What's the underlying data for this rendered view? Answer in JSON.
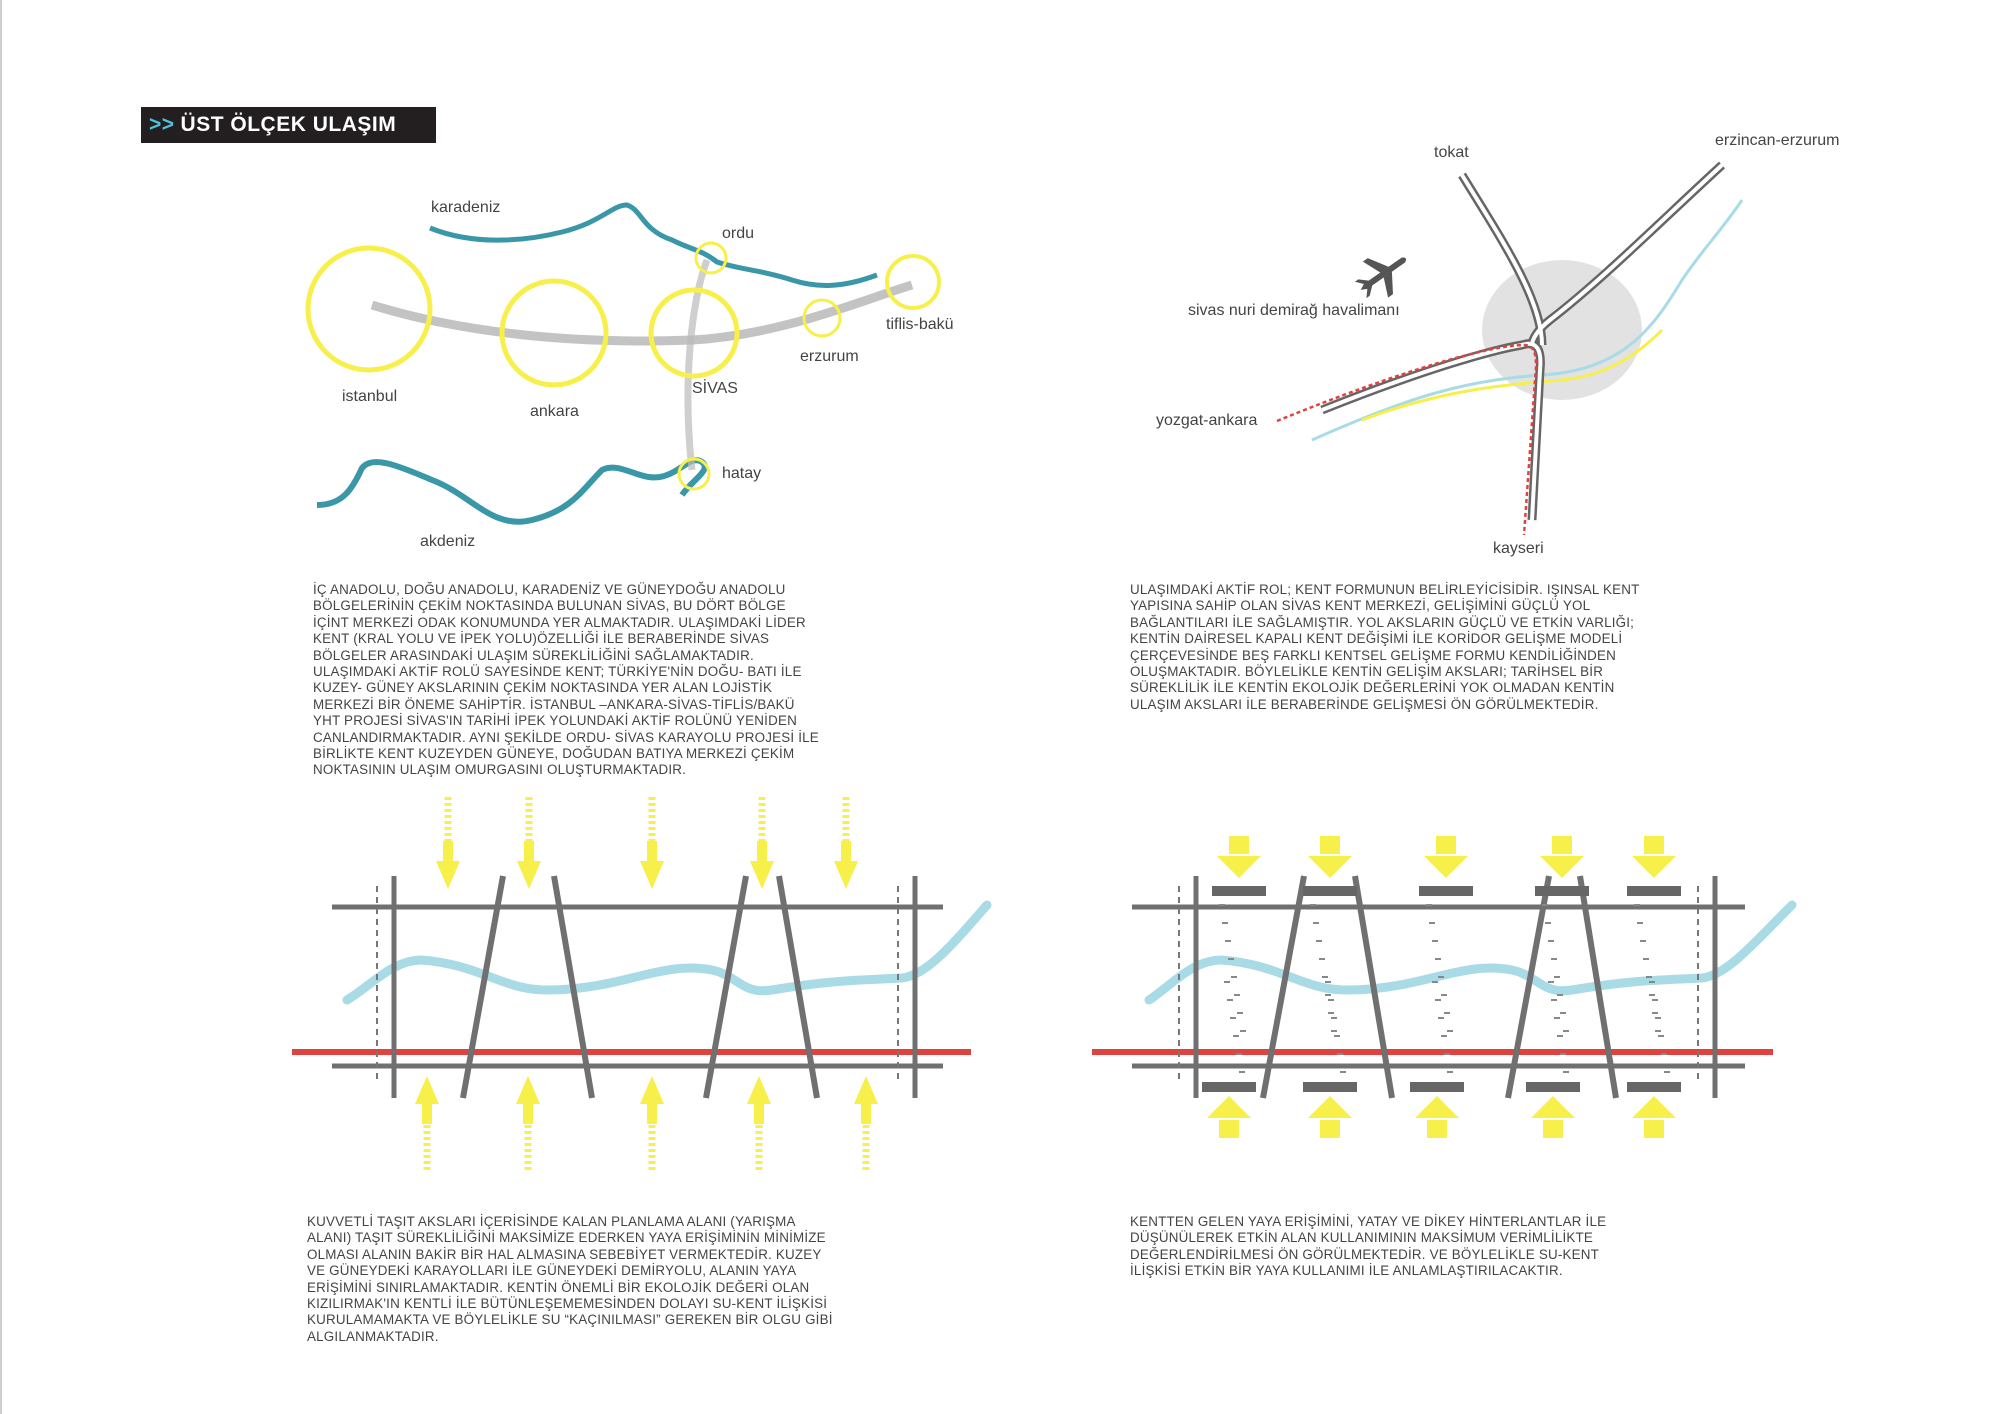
{
  "title": {
    "prefix": ">>",
    "text": "ÜST ÖLÇEK ULAŞIM"
  },
  "regional_map": {
    "labels": {
      "karadeniz": "karadeniz",
      "ordu": "ordu",
      "tiflis": "tiflis-bakü",
      "erzurum": "erzurum",
      "istanbul": "istanbul",
      "ankara": "ankara",
      "sivas": "SİVAS",
      "hatay": "hatay",
      "akdeniz": "akdeniz"
    }
  },
  "city_map": {
    "labels": {
      "tokat": "tokat",
      "erzincan": "erzincan-erzurum",
      "airport": "sivas nuri demirağ havalimanı",
      "yozgat": "yozgat-ankara",
      "kayseri": "kayseri"
    }
  },
  "paragraphs": {
    "top_left": "İÇ ANADOLU, DOĞU ANADOLU, KARADENİZ VE GÜNEYDOĞU ANADOLU\nBÖLGELERİNİN ÇEKİM NOKTASINDA BULUNAN SİVAS, BU DÖRT BÖLGE\nİÇİNT MERKEZİ ODAK KONUMUNDA YER ALMAKTADIR. ULAŞIMDAKİ LİDER\nKENT (KRAL YOLU VE İPEK YOLU)ÖZELLİĞİ İLE BERABERİNDE SİVAS\nBÖLGELER ARASINDAKİ ULAŞIM SÜREKLİLİĞİNİ SAĞLAMAKTADIR.\nULAŞIMDAKİ AKTİF ROLÜ SAYESİNDE KENT; TÜRKİYE'NİN DOĞU- BATI İLE\nKUZEY- GÜNEY AKSLARININ ÇEKİM NOKTASINDA YER ALAN LOJİSTİK\nMERKEZİ BİR ÖNEME SAHİPTİR.  İSTANBUL –ANKARA-SİVAS-TİFLİS/BAKÜ\nYHT PROJESİ SİVAS'IN TARİHİ İPEK YOLUNDAKİ AKTİF ROLÜNÜ YENİDEN\nCANLANDIRMAKTADIR. AYNI ŞEKİLDE ORDU- SİVAS KARAYOLU PROJESİ İLE\nBİRLİKTE KENT KUZEYDEN GÜNEYE, DOĞUDAN BATIYA MERKEZİ ÇEKİM\nNOKTASININ ULAŞIM OMURGASINI OLUŞTURMAKTADIR.",
    "top_right": "ULAŞIMDAKİ AKTİF ROL; KENT FORMUNUN BELİRLEYİCİSİDİR. IŞINSAL KENT\nYAPISINA SAHİP OLAN SİVAS KENT MERKEZİ, GELİŞİMİNİ GÜÇLÜ YOL\nBAĞLANTILARI İLE SAĞLAMIŞTIR. YOL AKSLARIN GÜÇLÜ VE ETKİN VARLIĞI;\nKENTİN DAİRESEL KAPALI KENT DEĞİŞİMİ İLE KORİDOR GELİŞME MODELİ\nÇERÇEVESİNDE BEŞ FARKLI KENTSEL GELİŞME FORMU KENDİLİĞİNDEN\nOLUŞMAKTADIR. BÖYLELİKLE KENTİN GELİŞİM AKSLARI; TARİHSEL BİR\nSÜREKLİLİK İLE KENTİN EKOLOJİK DEĞERLERİNİ YOK OLMADAN KENTİN\nULAŞIM AKSLARI İLE BERABERİNDE GELİŞMESİ ÖN GÖRÜLMEKTEDİR.",
    "bottom_left": "KUVVETLİ TAŞIT AKSLARI İÇERİSİNDE KALAN PLANLAMA ALANI (YARIŞMA\nALANI) TAŞIT SÜREKLİLİĞİNİ MAKSİMİZE EDERKEN YAYA ERİŞİMİNİN MİNİMİZE\nOLMASI ALANIN BAKİR BİR HAL ALMASINA SEBEBİYET VERMEKTEDİR. KUZEY\nVE GÜNEYDEKİ KARAYOLLARI İLE GÜNEYDEKİ DEMİRYOLU, ALANIN YAYA\nERİŞİMİNİ SINIRLAMAKTADIR. KENTİN ÖNEMLİ BİR EKOLOJİK DEĞERİ OLAN\nKIZILIRMAK'IN KENTLİ İLE BÜTÜNLEŞEMEMESİNDEN DOLAYI SU-KENT İLİŞKİSİ\nKURULAMAMAKTA VE BÖYLELİKLE SU “KAÇINILMASI” GEREKEN BİR OLGU GİBİ\nALGILANMAKTADIR.",
    "bottom_right": "KENTTEN GELEN YAYA ERİŞİMİNİ, YATAY VE DİKEY HİNTERLANTLAR İLE\nDÜŞÜNÜLEREK ETKİN ALAN KULLANIMININ MAKSİMUM VERİMLİLİKTE\nDEĞERLENDİRİLMESİ ÖN GÖRÜLMEKTEDİR. VE BÖYLELİKLE SU-KENT\nİLİŞKİSİ ETKİN BİR YAYA KULLANIMI İLE ANLAMLAŞTIRILACAKTIR."
  },
  "colors": {
    "river": "#3a97a8",
    "river_light": "#a9dbe6",
    "yellow": "#f7ef4a",
    "road": "#707070",
    "rail": "#e0433f"
  }
}
